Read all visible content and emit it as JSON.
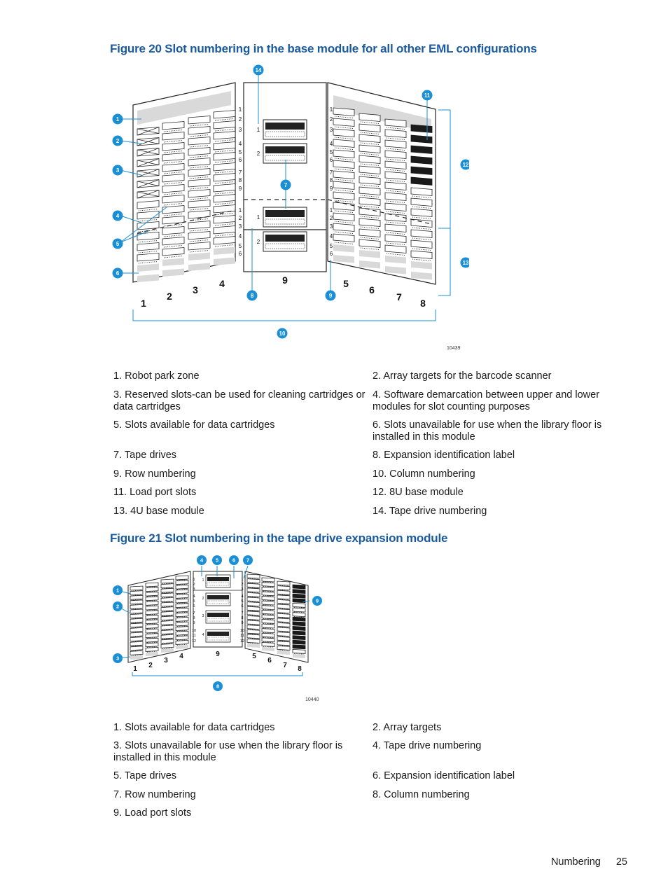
{
  "figure20": {
    "title": "Figure 20 Slot numbering in the base module for all other EML configurations",
    "image_id": "10439",
    "callouts": [
      "1",
      "2",
      "3",
      "4",
      "5",
      "6",
      "7",
      "8",
      "9",
      "10",
      "11",
      "12",
      "13",
      "14"
    ],
    "column_numbers": [
      "1",
      "2",
      "3",
      "4",
      "5",
      "6",
      "7",
      "8"
    ],
    "row_number": "9",
    "slot_numbers_upper": [
      "1",
      "2",
      "3",
      "4",
      "5",
      "6",
      "7",
      "8",
      "9"
    ],
    "slot_numbers_lower": [
      "1",
      "2",
      "3",
      "4",
      "5",
      "6"
    ],
    "drive_numbers": [
      "1",
      "2",
      "1",
      "2"
    ],
    "legend": [
      "1. Robot park zone",
      "2. Array targets for the barcode scanner",
      "3. Reserved slots-can be used for cleaning cartridges or data cartridges",
      "4. Software demarcation between upper and lower modules for slot counting purposes",
      "5. Slots available for data cartridges",
      "6. Slots unavailable for use when the library floor is installed in this module",
      "7. Tape drives",
      "8. Expansion identification label",
      "9. Row numbering",
      "10. Column numbering",
      "11. Load port slots",
      "12. 8U base module",
      "13. 4U base module",
      "14. Tape drive numbering"
    ]
  },
  "figure21": {
    "title": "Figure 21 Slot numbering in the tape drive expansion module",
    "image_id": "10440",
    "callouts": [
      "1",
      "2",
      "3",
      "4",
      "5",
      "6",
      "7",
      "8",
      "9"
    ],
    "column_numbers": [
      "1",
      "2",
      "3",
      "4",
      "5",
      "6",
      "7",
      "8"
    ],
    "row_number": "9",
    "slot_numbers": [
      "1",
      "2",
      "3",
      "4",
      "5",
      "6",
      "7",
      "8",
      "9",
      "10",
      "11",
      "12"
    ],
    "drive_numbers": [
      "1",
      "2",
      "3",
      "4"
    ],
    "legend": [
      "1. Slots available for data cartridges",
      "2. Array targets",
      "3. Slots unavailable for use when the library floor is installed in this module",
      "4. Tape drive numbering",
      "5. Tape drives",
      "6. Expansion identification label",
      "7. Row numbering",
      "8. Column numbering",
      "9. Load port slots"
    ]
  },
  "footer": {
    "section": "Numbering",
    "page": "25"
  },
  "colors": {
    "title": "#1a5a9e",
    "callout": "#1a8fd6"
  }
}
